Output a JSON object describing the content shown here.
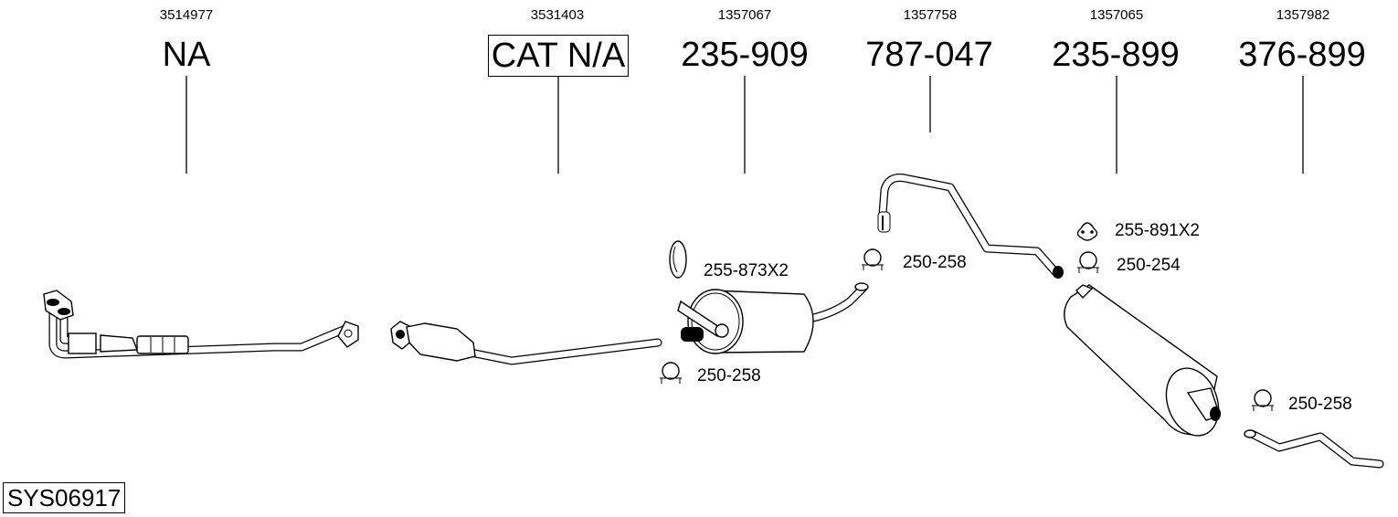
{
  "parts": [
    {
      "number": "3514977",
      "label": "NA",
      "boxed": false
    },
    {
      "number": "3531403",
      "label": "CAT N/A",
      "boxed": true
    },
    {
      "number": "1357067",
      "label": "235-909",
      "boxed": false
    },
    {
      "number": "1357758",
      "label": "787-047",
      "boxed": false
    },
    {
      "number": "1357065",
      "label": "235-899",
      "boxed": false
    },
    {
      "number": "1357982",
      "label": "376-899",
      "boxed": false
    }
  ],
  "accessories": [
    {
      "label": "255-873X2",
      "icon": "gasket-ring-icon"
    },
    {
      "label": "250-258",
      "icon": "pipe-clamp-icon"
    },
    {
      "label": "250-258",
      "icon": "pipe-clamp-icon"
    },
    {
      "label": "255-891X2",
      "icon": "rubber-hanger-icon"
    },
    {
      "label": "250-254",
      "icon": "pipe-clamp-icon"
    },
    {
      "label": "250-258",
      "icon": "pipe-clamp-icon"
    }
  ],
  "system_code": "SYS06917"
}
